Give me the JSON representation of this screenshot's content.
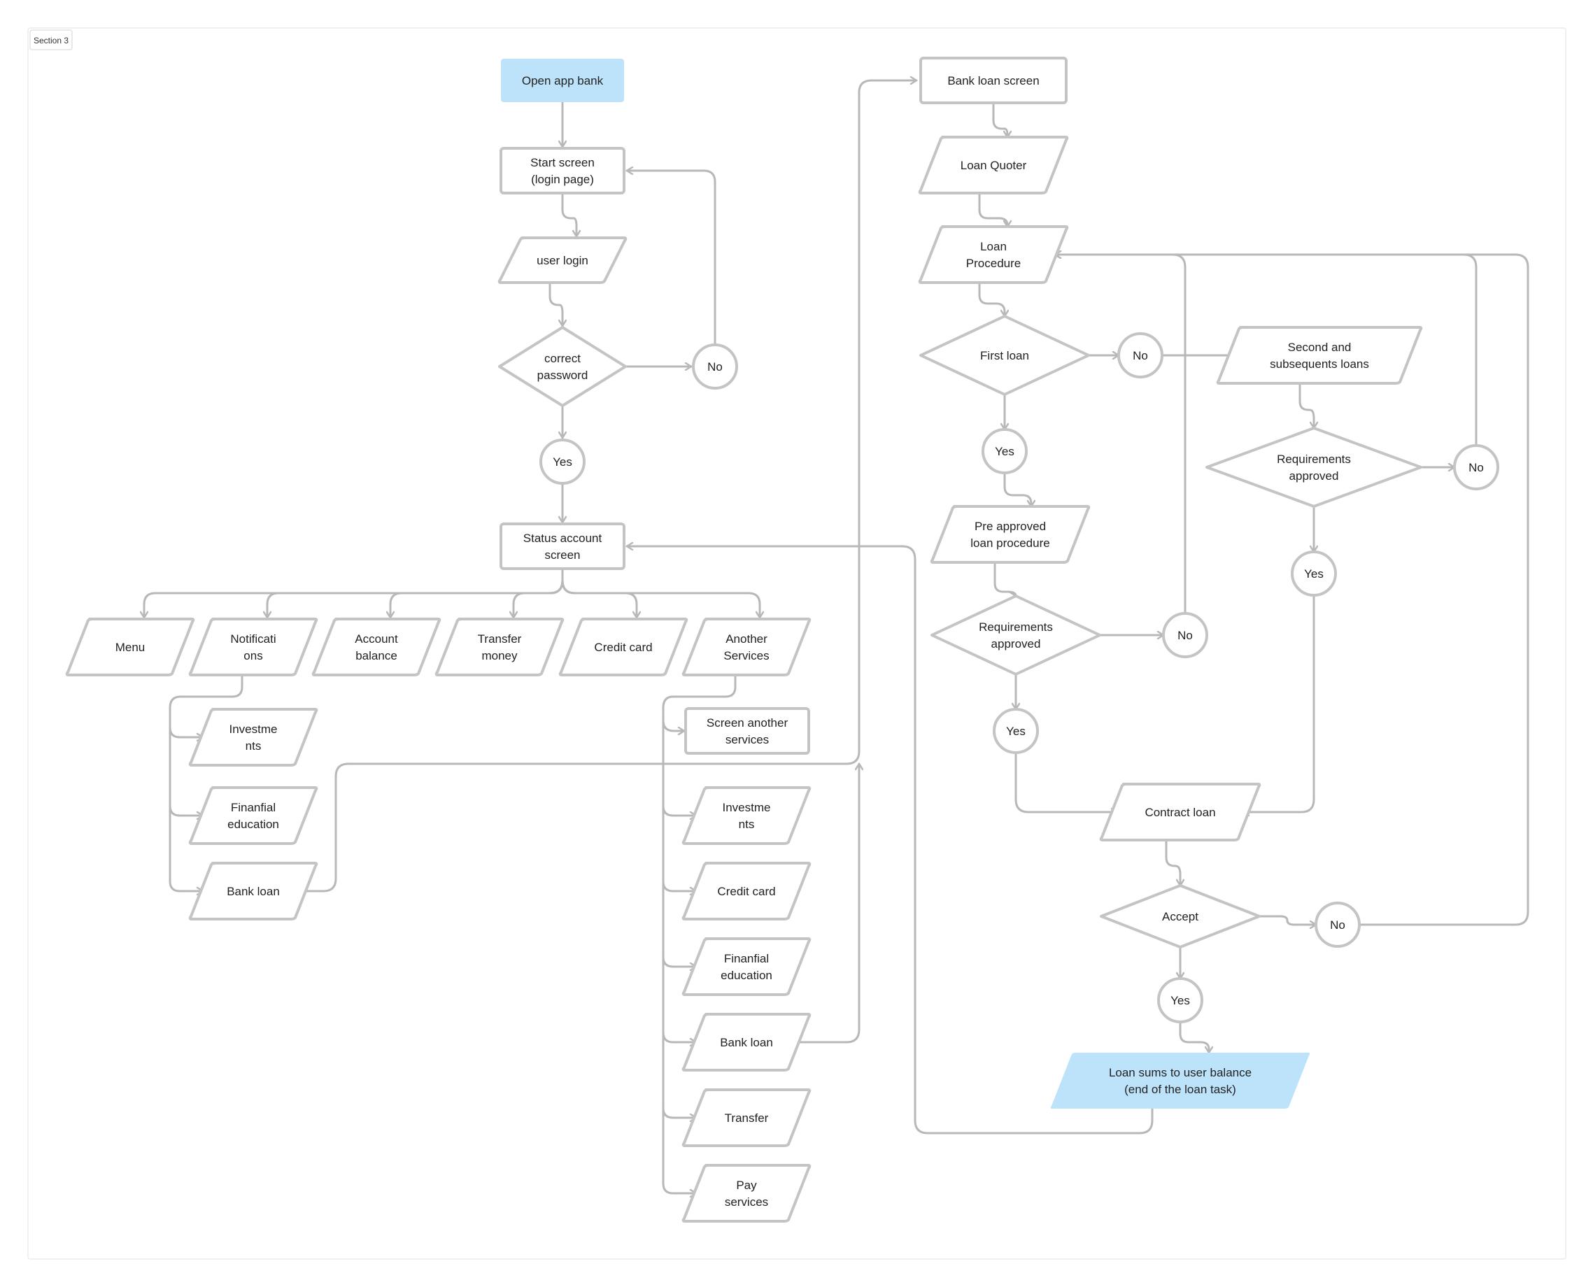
{
  "section_label": "Section 3",
  "nodes": [
    {
      "id": "open_app",
      "label": "Open app bank",
      "shape": "rect",
      "style": "start"
    },
    {
      "id": "start_screen",
      "label": "Start screen\n(login page)",
      "shape": "rect"
    },
    {
      "id": "user_login",
      "label": "user login",
      "shape": "para"
    },
    {
      "id": "correct_password",
      "label": "correct\npassword",
      "shape": "diamond"
    },
    {
      "id": "no_password",
      "label": "No",
      "shape": "circle"
    },
    {
      "id": "yes_password",
      "label": "Yes",
      "shape": "circle"
    },
    {
      "id": "status_account",
      "label": "Status account\nscreen",
      "shape": "rect"
    },
    {
      "id": "menu",
      "label": "Menu",
      "shape": "para"
    },
    {
      "id": "notifications",
      "label": "Notificati\nons",
      "shape": "para"
    },
    {
      "id": "account_balance",
      "label": "Account\nbalance",
      "shape": "para"
    },
    {
      "id": "transfer_money",
      "label": "Transfer\nmoney",
      "shape": "para"
    },
    {
      "id": "credit_card_top",
      "label": "Credit card",
      "shape": "para"
    },
    {
      "id": "another_services",
      "label": "Another\nServices",
      "shape": "para"
    },
    {
      "id": "investments_left",
      "label": "Investme\nnts",
      "shape": "para"
    },
    {
      "id": "financial_left",
      "label": "Finanfial\neducation",
      "shape": "para"
    },
    {
      "id": "bank_loan_left",
      "label": "Bank loan",
      "shape": "para"
    },
    {
      "id": "screen_another",
      "label": "Screen another\nservices",
      "shape": "rect"
    },
    {
      "id": "investments_right",
      "label": "Investme\nnts",
      "shape": "para"
    },
    {
      "id": "credit_card_right",
      "label": "Credit card",
      "shape": "para"
    },
    {
      "id": "financial_right",
      "label": "Finanfial\neducation",
      "shape": "para"
    },
    {
      "id": "bank_loan_right",
      "label": "Bank loan",
      "shape": "para"
    },
    {
      "id": "transfer",
      "label": "Transfer",
      "shape": "para"
    },
    {
      "id": "pay_services",
      "label": "Pay\nservices",
      "shape": "para"
    },
    {
      "id": "bank_loan_screen",
      "label": "Bank loan screen",
      "shape": "rect"
    },
    {
      "id": "loan_quoter",
      "label": "Loan Quoter",
      "shape": "para"
    },
    {
      "id": "loan_procedure",
      "label": "Loan\nProcedure",
      "shape": "para"
    },
    {
      "id": "first_loan",
      "label": "First loan",
      "shape": "diamond"
    },
    {
      "id": "no_first",
      "label": "No",
      "shape": "circle"
    },
    {
      "id": "second_loans",
      "label": "Second and\nsubsequents loans",
      "shape": "para"
    },
    {
      "id": "yes_first",
      "label": "Yes",
      "shape": "circle"
    },
    {
      "id": "pre_approved",
      "label": "Pre approved\nloan procedure",
      "shape": "para"
    },
    {
      "id": "req_approved_left",
      "label": "Requirements\napproved",
      "shape": "diamond"
    },
    {
      "id": "no_req_left",
      "label": "No",
      "shape": "circle"
    },
    {
      "id": "yes_req_left",
      "label": "Yes",
      "shape": "circle"
    },
    {
      "id": "req_approved_right",
      "label": "Requirements\napproved",
      "shape": "diamond"
    },
    {
      "id": "no_req_right",
      "label": "No",
      "shape": "circle"
    },
    {
      "id": "yes_req_right",
      "label": "Yes",
      "shape": "circle"
    },
    {
      "id": "contract_loan",
      "label": "Contract loan",
      "shape": "para"
    },
    {
      "id": "accept",
      "label": "Accept",
      "shape": "diamond"
    },
    {
      "id": "no_accept",
      "label": "No",
      "shape": "circle"
    },
    {
      "id": "yes_accept",
      "label": "Yes",
      "shape": "circle"
    },
    {
      "id": "loan_sums",
      "label": "Loan sums to user balance\n(end of the loan task)",
      "shape": "para",
      "style": "start"
    }
  ],
  "edges": [
    {
      "from": "open_app",
      "to": "start_screen"
    },
    {
      "from": "start_screen",
      "to": "user_login"
    },
    {
      "from": "user_login",
      "to": "correct_password"
    },
    {
      "from": "correct_password",
      "to": "no_password"
    },
    {
      "from": "no_password",
      "to": "start_screen"
    },
    {
      "from": "correct_password",
      "to": "yes_password"
    },
    {
      "from": "yes_password",
      "to": "status_account"
    },
    {
      "from": "status_account",
      "to": "menu"
    },
    {
      "from": "status_account",
      "to": "notifications"
    },
    {
      "from": "status_account",
      "to": "account_balance"
    },
    {
      "from": "status_account",
      "to": "transfer_money"
    },
    {
      "from": "status_account",
      "to": "credit_card_top"
    },
    {
      "from": "status_account",
      "to": "another_services"
    },
    {
      "from": "notifications",
      "to": "investments_left"
    },
    {
      "from": "notifications",
      "to": "financial_left"
    },
    {
      "from": "notifications",
      "to": "bank_loan_left"
    },
    {
      "from": "another_services",
      "to": "screen_another"
    },
    {
      "from": "another_services",
      "to": "investments_right"
    },
    {
      "from": "another_services",
      "to": "credit_card_right"
    },
    {
      "from": "another_services",
      "to": "financial_right"
    },
    {
      "from": "another_services",
      "to": "bank_loan_right"
    },
    {
      "from": "another_services",
      "to": "transfer"
    },
    {
      "from": "another_services",
      "to": "pay_services"
    },
    {
      "from": "bank_loan_left",
      "to": "bank_loan_screen"
    },
    {
      "from": "bank_loan_right",
      "to": "bank_loan_screen"
    },
    {
      "from": "bank_loan_screen",
      "to": "loan_quoter"
    },
    {
      "from": "loan_quoter",
      "to": "loan_procedure"
    },
    {
      "from": "loan_procedure",
      "to": "first_loan"
    },
    {
      "from": "first_loan",
      "to": "no_first"
    },
    {
      "from": "no_first",
      "to": "second_loans"
    },
    {
      "from": "first_loan",
      "to": "yes_first"
    },
    {
      "from": "yes_first",
      "to": "pre_approved"
    },
    {
      "from": "pre_approved",
      "to": "req_approved_left"
    },
    {
      "from": "req_approved_left",
      "to": "no_req_left"
    },
    {
      "from": "no_req_left",
      "to": "loan_procedure"
    },
    {
      "from": "req_approved_left",
      "to": "yes_req_left"
    },
    {
      "from": "yes_req_left",
      "to": "contract_loan"
    },
    {
      "from": "second_loans",
      "to": "req_approved_right"
    },
    {
      "from": "req_approved_right",
      "to": "no_req_right"
    },
    {
      "from": "no_req_right",
      "to": "loan_procedure"
    },
    {
      "from": "req_approved_right",
      "to": "yes_req_right"
    },
    {
      "from": "yes_req_right",
      "to": "contract_loan"
    },
    {
      "from": "contract_loan",
      "to": "accept"
    },
    {
      "from": "accept",
      "to": "no_accept"
    },
    {
      "from": "no_accept",
      "to": "loan_procedure"
    },
    {
      "from": "accept",
      "to": "yes_accept"
    },
    {
      "from": "yes_accept",
      "to": "loan_sums"
    },
    {
      "from": "loan_sums",
      "to": "status_account"
    }
  ]
}
